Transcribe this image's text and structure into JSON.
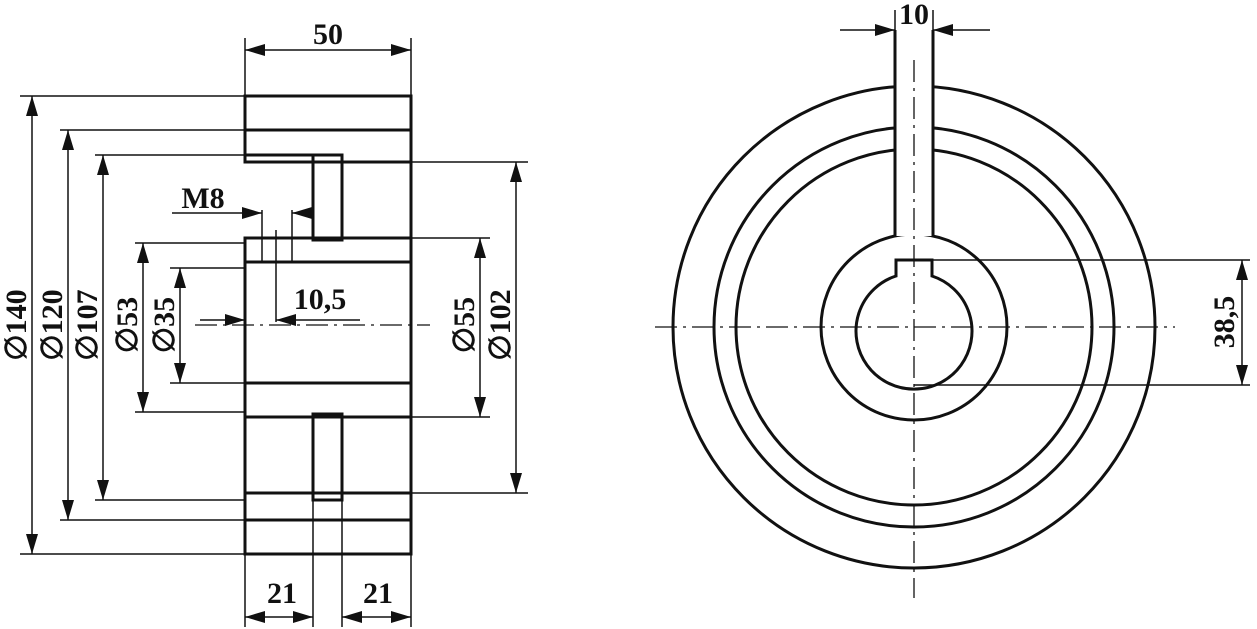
{
  "drawing": {
    "section_view": {
      "dimensions": {
        "width_total": "50",
        "thread": "M8",
        "thread_offset": "10,5",
        "d140": "∅140",
        "d120": "∅120",
        "d107": "∅107",
        "d53": "∅53",
        "d35": "∅35",
        "d55": "∅55",
        "d102": "∅102",
        "hub_left": "21",
        "hub_right": "21"
      }
    },
    "front_view": {
      "dimensions": {
        "slot_width": "10",
        "key_depth": "38,5"
      }
    }
  }
}
